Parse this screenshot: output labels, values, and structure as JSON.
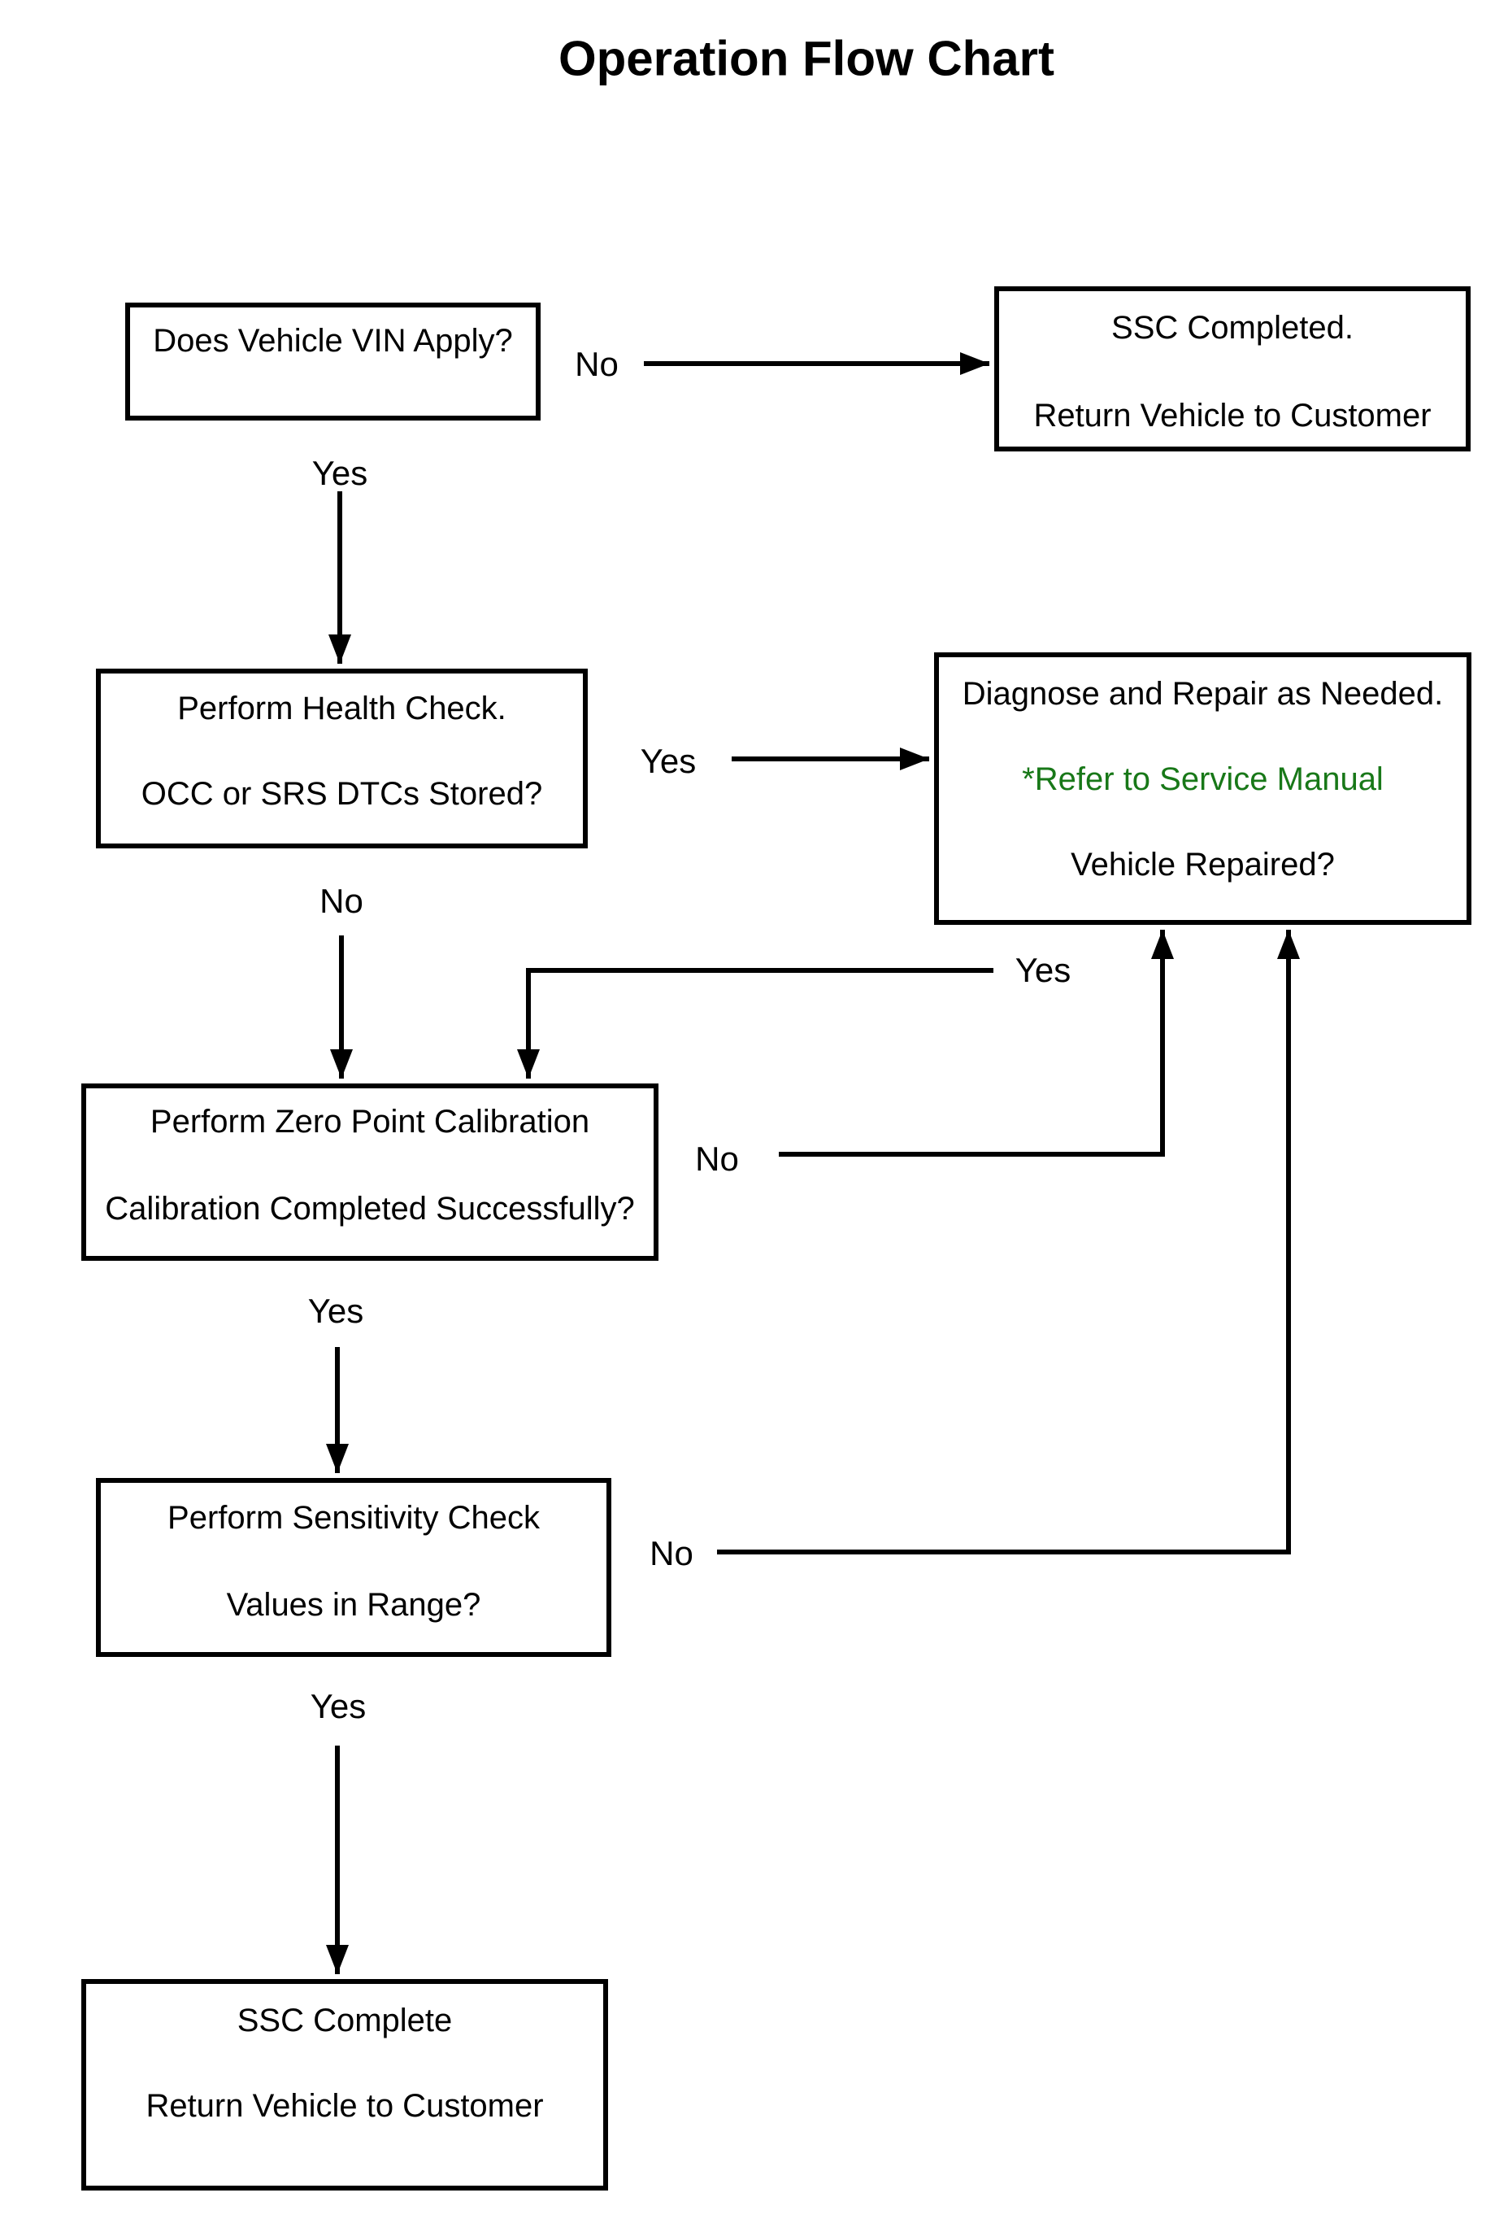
{
  "title": "Operation Flow Chart",
  "colors": {
    "ink": "#000000",
    "green": "#187818",
    "paper": "#ffffff"
  },
  "nodes": {
    "vin": {
      "lines": [
        "Does Vehicle VIN Apply?"
      ]
    },
    "ssc_top": {
      "lines": [
        "SSC Completed.",
        "Return Vehicle to Customer"
      ]
    },
    "health": {
      "lines": [
        "Perform Health Check.",
        "OCC or SRS DTCs Stored?"
      ]
    },
    "diagnose": {
      "lines": [
        "Diagnose and Repair as Needed.",
        "*Refer to Service Manual",
        "Vehicle Repaired?"
      ]
    },
    "zero_point": {
      "lines": [
        "Perform Zero Point Calibration",
        "Calibration Completed Successfully?"
      ]
    },
    "sensitivity": {
      "lines": [
        "Perform Sensitivity Check",
        "Values in Range?"
      ]
    },
    "ssc_bottom": {
      "lines": [
        "SSC Complete",
        "Return Vehicle to Customer"
      ]
    }
  },
  "labels": {
    "vin_no": "No",
    "vin_yes": "Yes",
    "health_yes": "Yes",
    "health_no": "No",
    "repaired_yes": "Yes",
    "calibration_no": "No",
    "calibration_yes": "Yes",
    "range_no": "No",
    "range_yes": "Yes"
  }
}
